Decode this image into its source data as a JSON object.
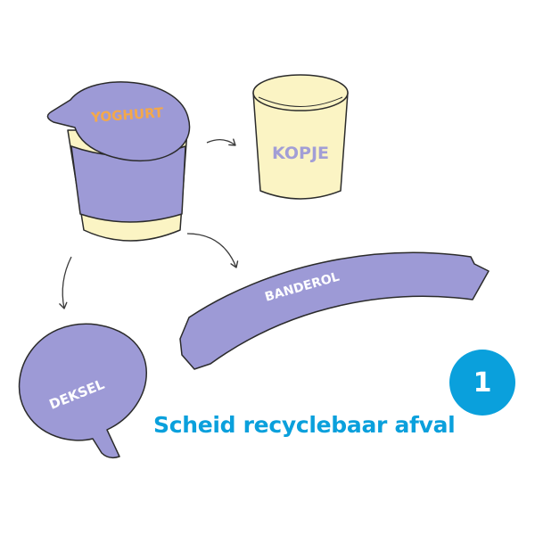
{
  "colors": {
    "lid": "#9d9ad6",
    "cup": "#fbf4c4",
    "outline": "#2b2b2b",
    "lid_text": "#f4a84a",
    "cup_text": "#a29ed6",
    "label_text": "#ffffff",
    "accent": "#0aa0dc"
  },
  "labels": {
    "yoghurt": "YOGHURT",
    "kopje": "KOPJE",
    "banderol": "BANDEROL",
    "deksel": "DEKSEL"
  },
  "step_number": "1",
  "title": "Scheid recyclebaar afval"
}
